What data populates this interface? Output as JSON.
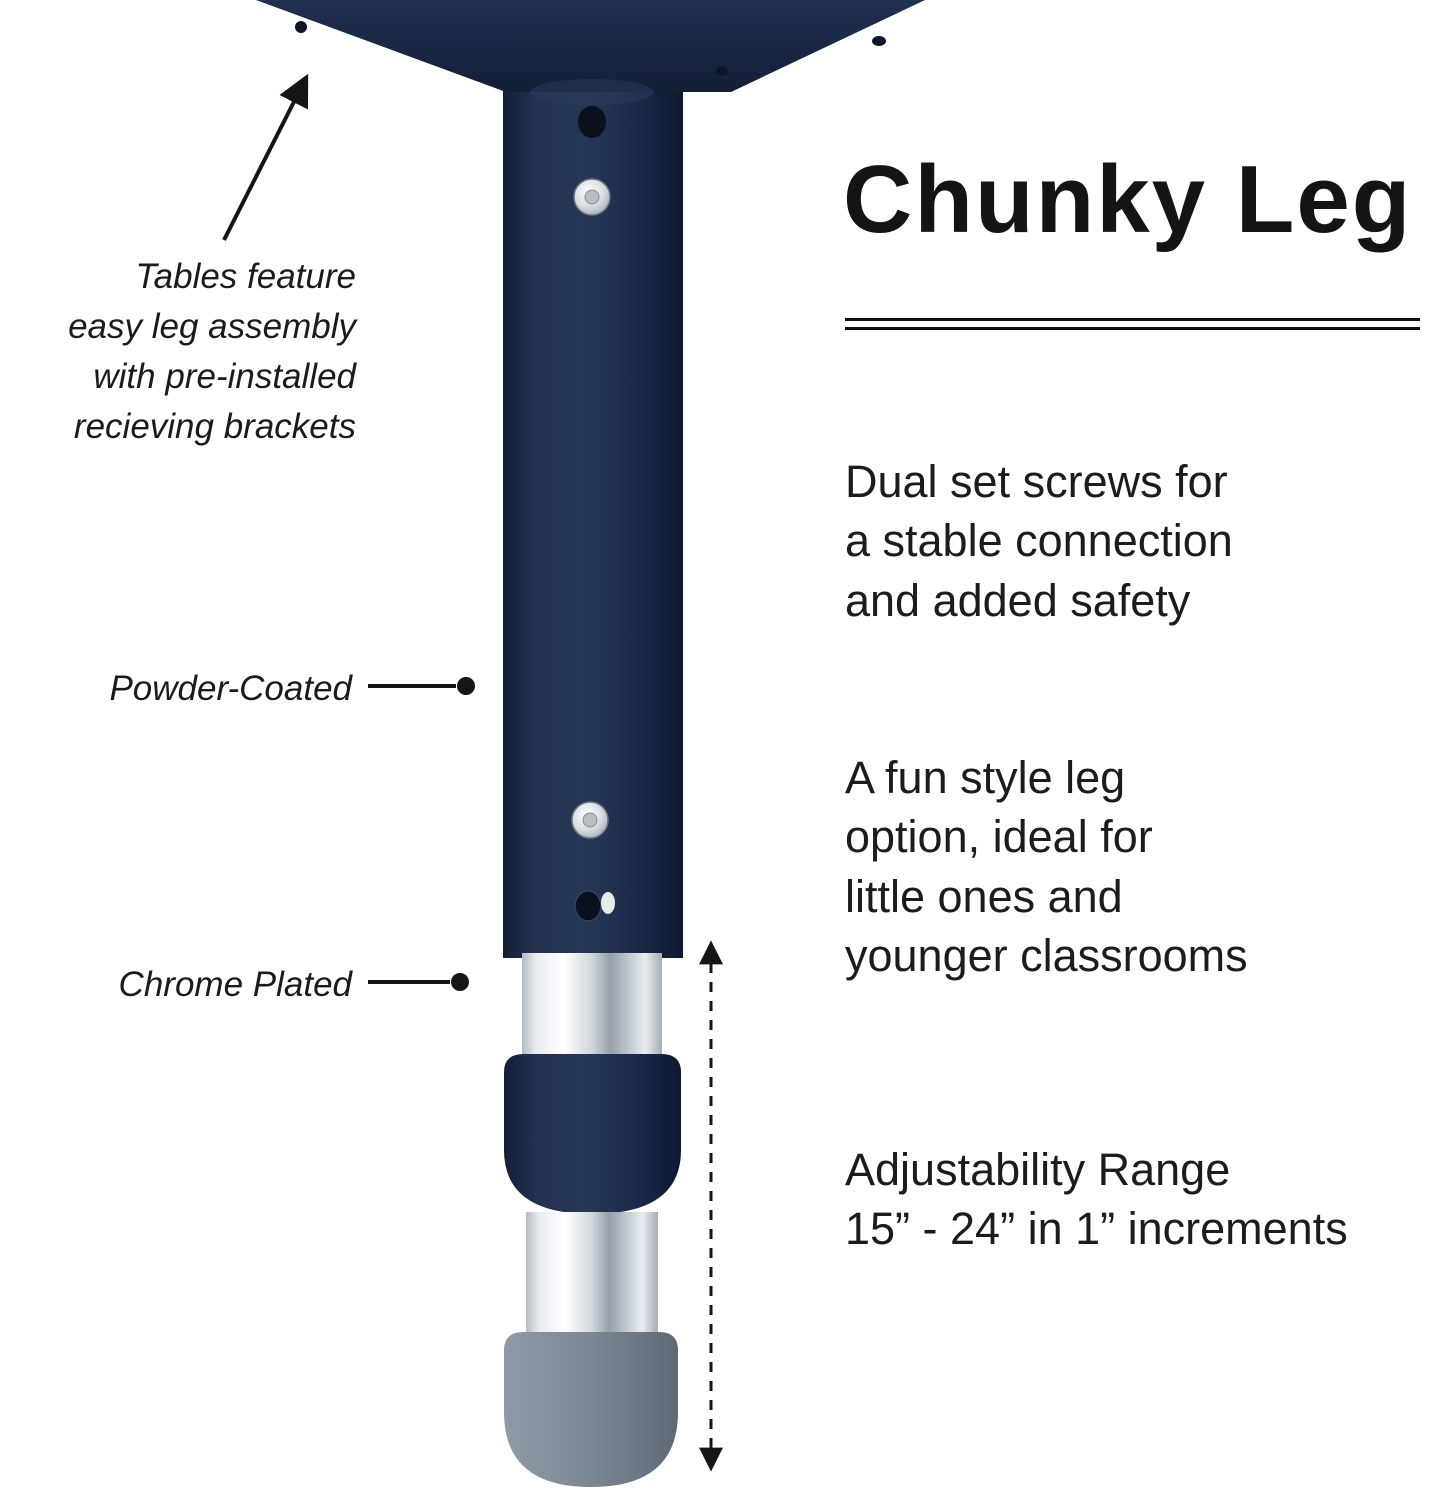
{
  "title": "Chunky Leg",
  "annotations": {
    "bracket_note": "Tables feature\neasy leg assembly\nwith pre-installed\nrecieving brackets",
    "powder_coated": "Powder-Coated",
    "chrome_plated": "Chrome Plated"
  },
  "features": {
    "dual_screws": "Dual set screws for\na stable connection\nand added safety",
    "fun_style": "A fun style leg\noption, ideal for\nlittle ones and\nyounger classrooms",
    "adjustability": "Adjustability Range\n15” - 24” in 1” increments"
  },
  "colors": {
    "navy": "#1e2c49",
    "chrome_highlight": "#ffffff",
    "chrome_shadow": "#9aa4af",
    "foot_gray": "#79828f",
    "text": "#1c1c1c",
    "line": "#151515"
  },
  "diagram_parts": [
    "mounting-plate",
    "powder-coated-column",
    "set-screw",
    "adjustment-hole",
    "chrome-tube",
    "adjustment-collar",
    "foot-cap",
    "adjustability-range-arrow"
  ]
}
